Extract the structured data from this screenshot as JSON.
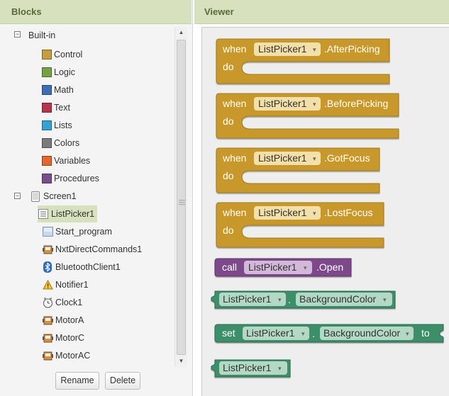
{
  "blocks_panel": {
    "title": "Blocks",
    "builtin_label": "Built-in",
    "builtin_items": [
      {
        "label": "Control",
        "color": "#c59f3b"
      },
      {
        "label": "Logic",
        "color": "#76a341"
      },
      {
        "label": "Math",
        "color": "#3e6fb5"
      },
      {
        "label": "Text",
        "color": "#b7344d"
      },
      {
        "label": "Lists",
        "color": "#35a2d3"
      },
      {
        "label": "Colors",
        "color": "#7b7b7b"
      },
      {
        "label": "Variables",
        "color": "#e3662d"
      },
      {
        "label": "Procedures",
        "color": "#7a4d8f"
      }
    ],
    "screen_label": "Screen1",
    "components": [
      {
        "label": "ListPicker1",
        "icon": "listpicker-icon"
      },
      {
        "label": "Start_program",
        "icon": "image-icon"
      },
      {
        "label": "NxtDirectCommands1",
        "icon": "nxt-icon"
      },
      {
        "label": "BluetoothClient1",
        "icon": "bluetooth-icon"
      },
      {
        "label": "Notifier1",
        "icon": "warning-icon"
      },
      {
        "label": "Clock1",
        "icon": "clock-icon"
      },
      {
        "label": "MotorA",
        "icon": "nxt-icon"
      },
      {
        "label": "MotorC",
        "icon": "nxt-icon"
      },
      {
        "label": "MotorAC",
        "icon": "nxt-icon"
      }
    ],
    "rename_label": "Rename",
    "delete_label": "Delete"
  },
  "viewer": {
    "title": "Viewer",
    "colors": {
      "event": "#c8992c",
      "method": "#7d4a8b",
      "property": "#3d8f6b",
      "event_dropdown": "#f3dfa9",
      "method_dropdown": "#d2b8d9",
      "property_dropdown": "#b4d8c6"
    },
    "event_blocks": [
      {
        "when": "when",
        "component": "ListPicker1",
        "event": ".AfterPicking",
        "do": "do"
      },
      {
        "when": "when",
        "component": "ListPicker1",
        "event": ".BeforePicking",
        "do": "do"
      },
      {
        "when": "when",
        "component": "ListPicker1",
        "event": ".GotFocus",
        "do": "do"
      },
      {
        "when": "when",
        "component": "ListPicker1",
        "event": ".LostFocus",
        "do": "do"
      }
    ],
    "call_block": {
      "call": "call",
      "component": "ListPicker1",
      "method": ".Open"
    },
    "getter_block": {
      "component": "ListPicker1",
      "dot": ".",
      "property": "BackgroundColor"
    },
    "setter_block": {
      "set": "set",
      "component": "ListPicker1",
      "dot": ".",
      "property": "BackgroundColor",
      "to": "to"
    },
    "component_block": {
      "component": "ListPicker1"
    }
  }
}
